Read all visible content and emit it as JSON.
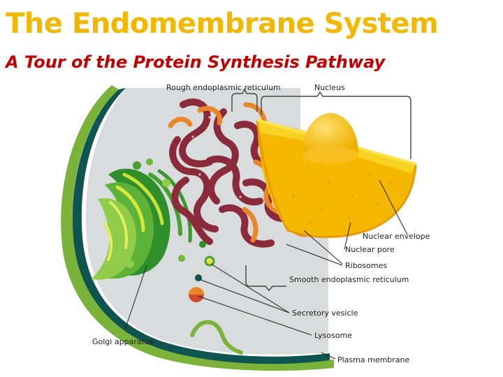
{
  "title": "The Endomembrane System",
  "subtitle": "A Tour of the Protein Synthesis Pathway",
  "colors": {
    "title": "#f0b800",
    "subtitle": "#c00000",
    "cytoplasm": "#d9dcdc",
    "membrane_outer": "#7bb23a",
    "membrane_dark": "#0e5450",
    "golgi": "#6fb83a",
    "rough_er": "#8a2a3a",
    "smooth_er": "#e8862a",
    "nucleus": "#f5b800",
    "nucleolus": "#f0c020"
  },
  "labels": {
    "rough_er": "Rough endoplasmic reticulum",
    "nucleus": "Nucleus",
    "nuclear_envelope": "Nuclear envelope",
    "nuclear_pore": "Nuclear pore",
    "ribosomes": "Ribosomes",
    "smooth_er": "Smooth endoplasmic reticulum",
    "secretory_vesicle": "Secretory vesicle",
    "lysosome": "Lysosome",
    "golgi": "Golgi apparatus",
    "plasma_membrane": "Plasma membrane"
  }
}
